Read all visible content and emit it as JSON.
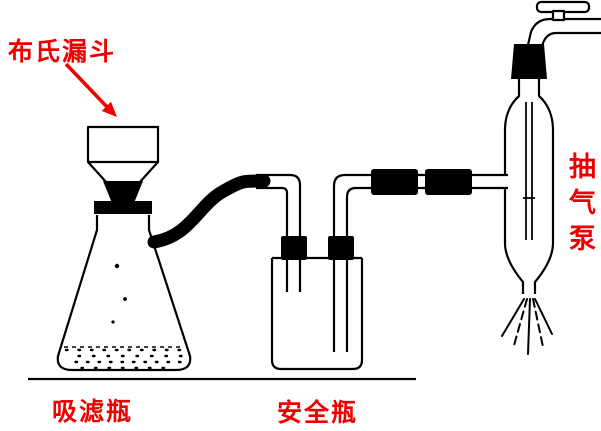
{
  "labels": {
    "buchner_funnel": "布氏漏斗",
    "suction_flask": "吸滤瓶",
    "safety_bottle": "安全瓶",
    "aspirator_pump": "抽气泵"
  },
  "colors": {
    "label": "#ee0000",
    "line": "#000000",
    "background": "#ffffff"
  }
}
